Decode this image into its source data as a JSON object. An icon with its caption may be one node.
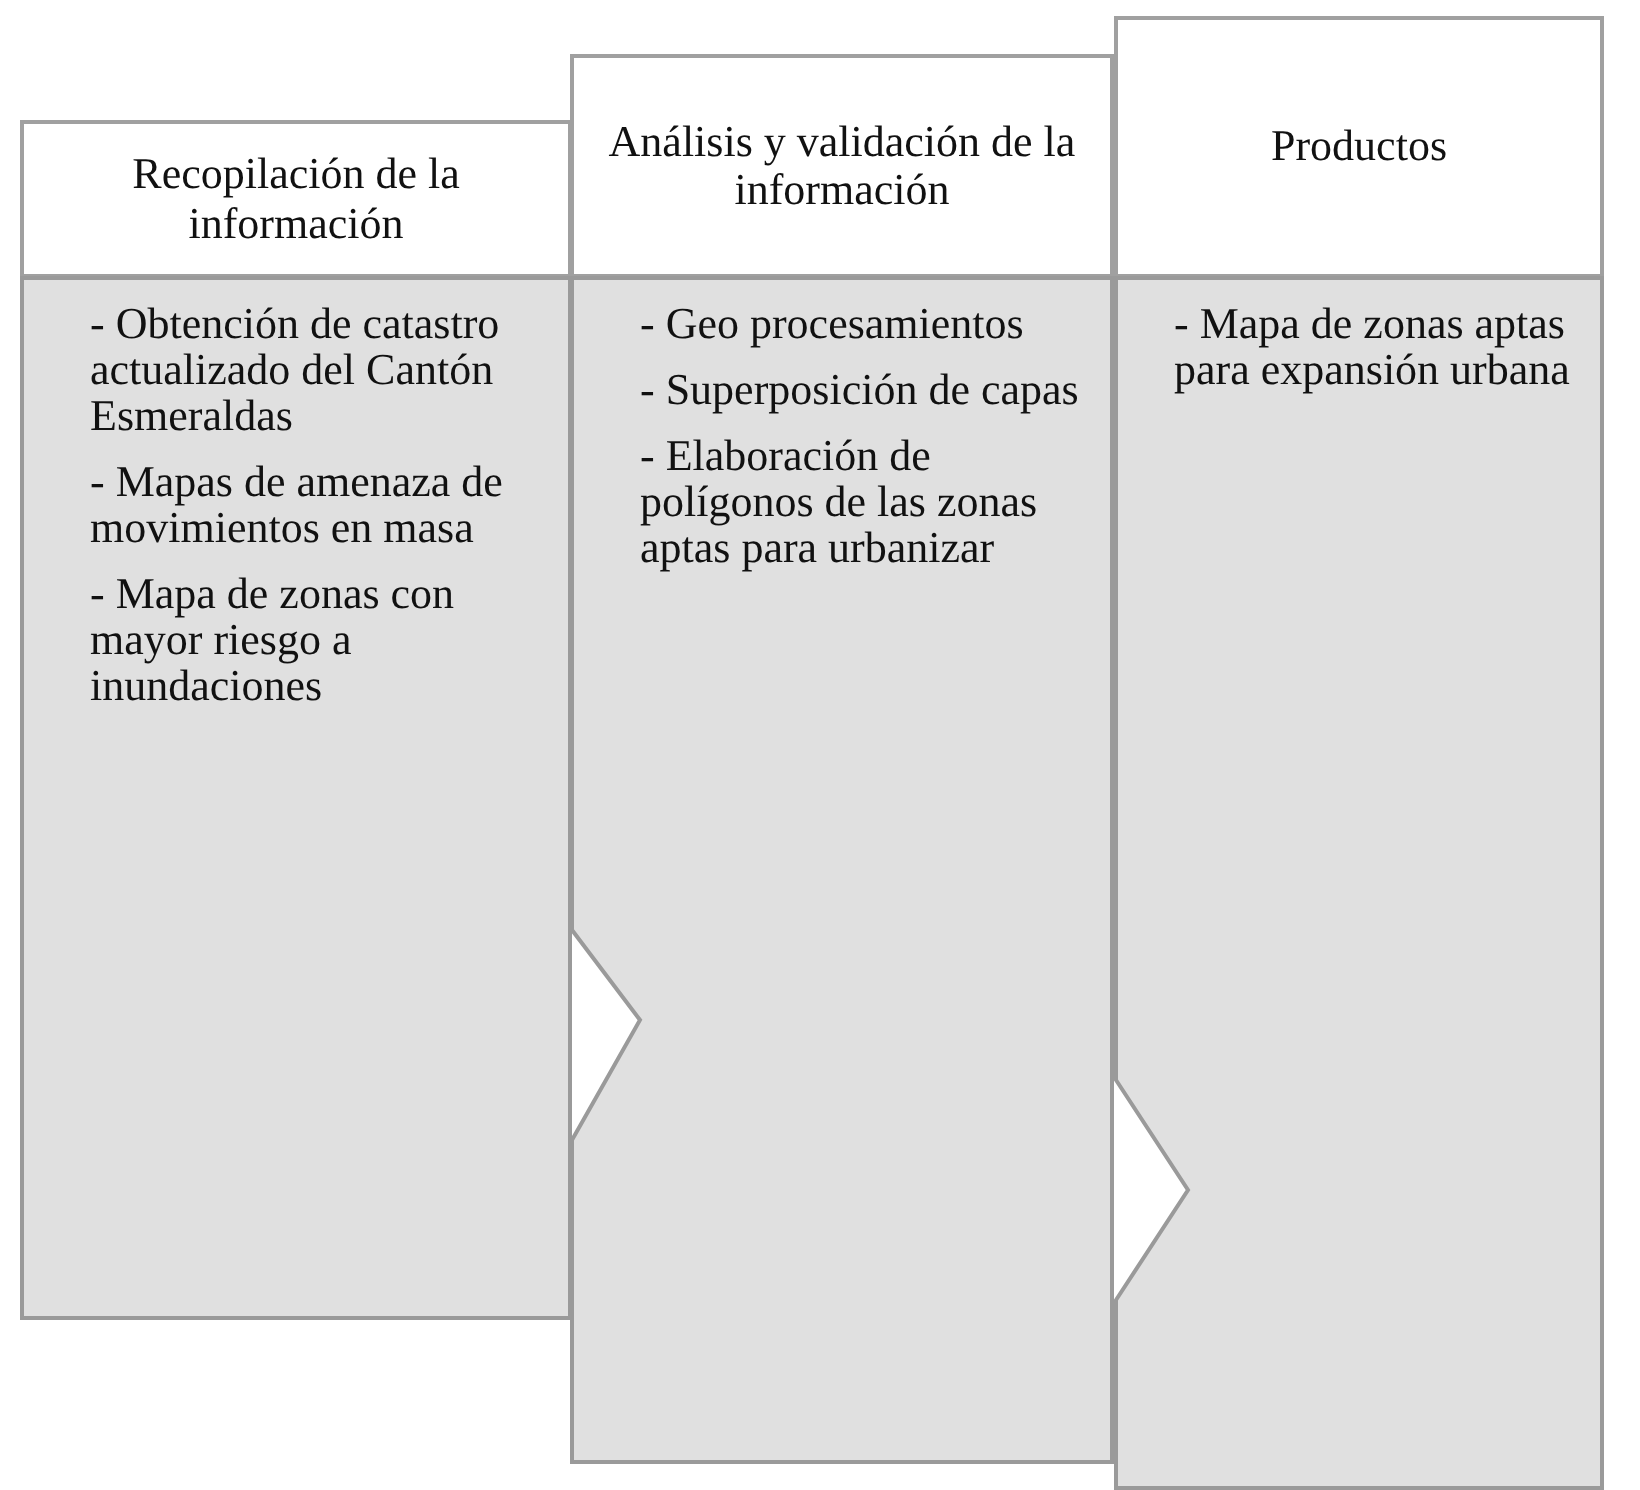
{
  "diagram": {
    "nodes": [
      {
        "text": [
          "Recopilación de la información"
        ]
      },
      {
        "text": [
          "- Obtención de catastro actualizado del Cantón Esmeraldas",
          "- Mapas de amenaza de movimientos en masa",
          "- Mapa de zonas con mayor riesgo a inundaciones"
        ]
      },
      {
        "text": [
          "Análisis y validación de la información"
        ]
      },
      {
        "text": [
          "- Geo procesamientos",
          "- Superposición de capas",
          "- Elaboración de polígonos de las zonas aptas para urbanizar"
        ]
      },
      {
        "text": [
          "Productos"
        ]
      },
      {
        "text": [
          "- Mapa de zonas aptas para expansión urbana"
        ]
      }
    ],
    "edges": []
  }
}
